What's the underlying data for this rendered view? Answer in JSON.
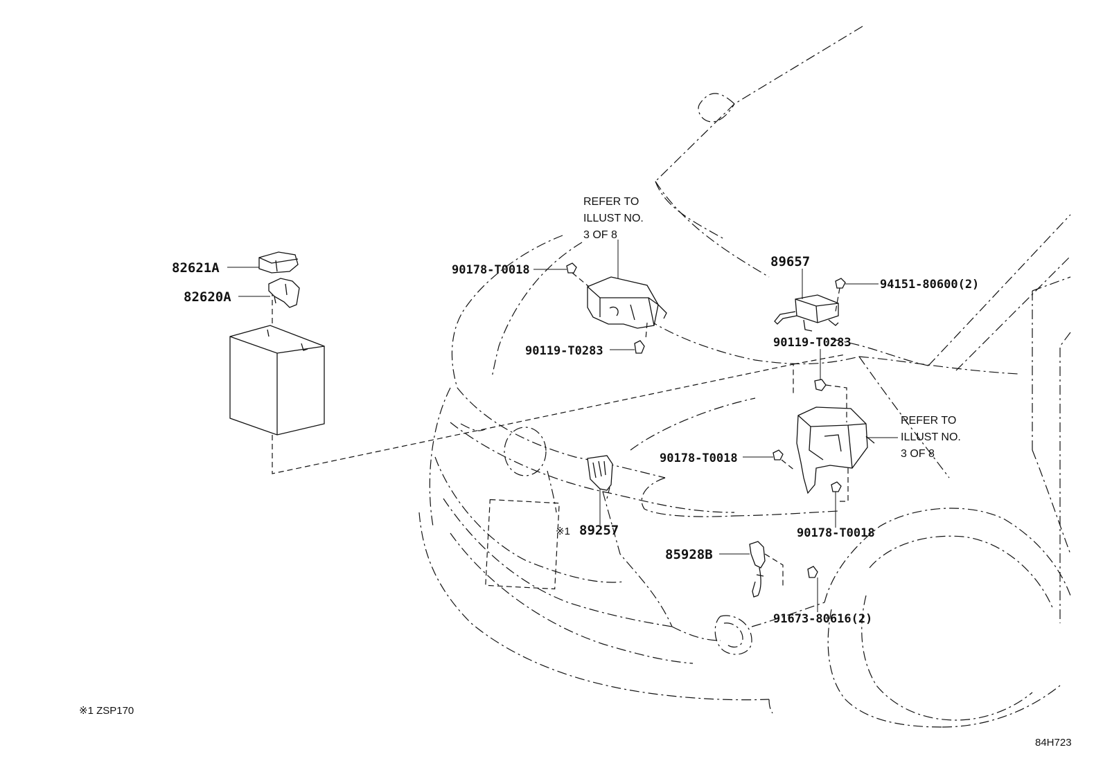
{
  "parts": {
    "p82621A": "82621A",
    "p82620A": "82620A",
    "p90178_top": "90178-T0018",
    "p90119_left": "90119-T0283",
    "p89657": "89657",
    "p94151": "94151-80600(2)",
    "p90119_right": "90119-T0283",
    "p90178_mid": "90178-T0018",
    "p90178_low": "90178-T0018",
    "p89257_prefix": "※1",
    "p89257": "89257",
    "p85928B": "85928B",
    "p91673": "91673-80616(2)"
  },
  "notes": {
    "refer_top": [
      "REFER TO",
      "ILLUST NO.",
      "3 OF 8"
    ],
    "refer_right": [
      "REFER TO",
      "ILLUST NO.",
      "3 OF 8"
    ]
  },
  "footnote": "※1 ZSP170",
  "illustration_id": "84H723"
}
